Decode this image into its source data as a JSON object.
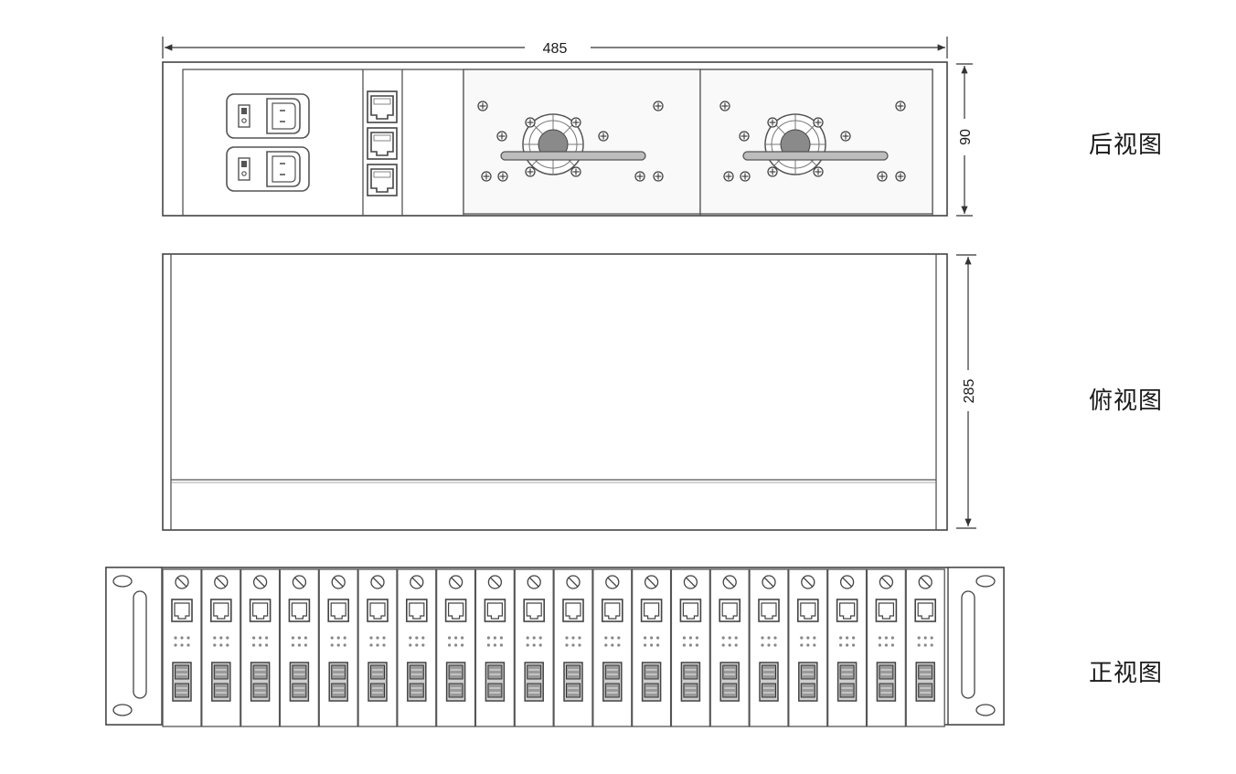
{
  "dimensions": {
    "width": "485",
    "height": "90",
    "depth": "285"
  },
  "views": {
    "rear": "后视图",
    "top": "俯视图",
    "front": "正视图"
  },
  "front_panel": {
    "slot_count": 20
  },
  "colors": {
    "line": "#5a5a5a",
    "fan_hub": "#8a8a8a",
    "fan_bar": "#bdbdbd"
  }
}
